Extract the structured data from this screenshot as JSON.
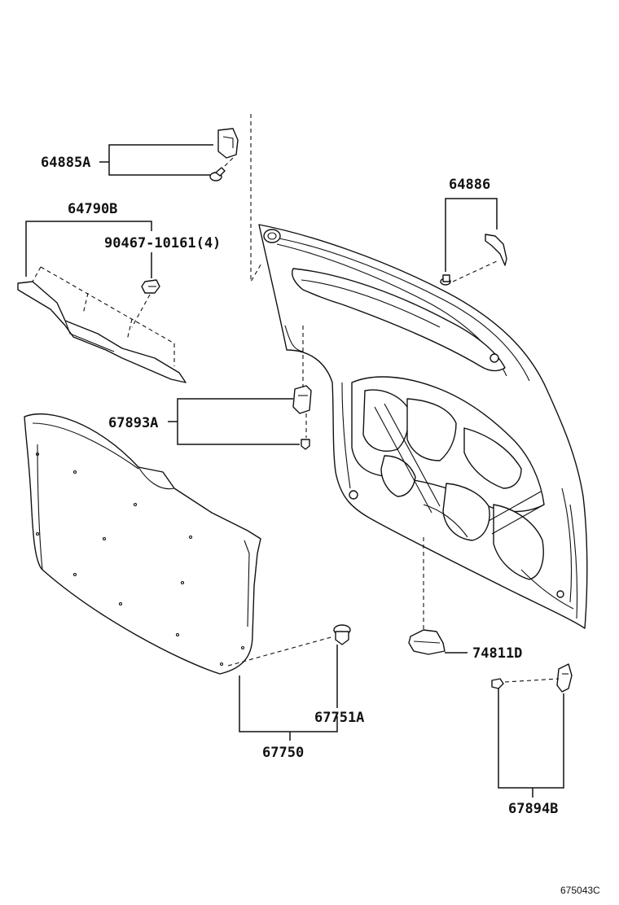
{
  "labels": {
    "p64885A": "64885A",
    "p64790B": "64790B",
    "p90467": "90467-10161(4)",
    "p64886": "64886",
    "p67893A": "67893A",
    "p74811D": "74811D",
    "p67751A": "67751A",
    "p67750": "67750",
    "p67894B": "67894B"
  },
  "diagram_code": "675043C"
}
